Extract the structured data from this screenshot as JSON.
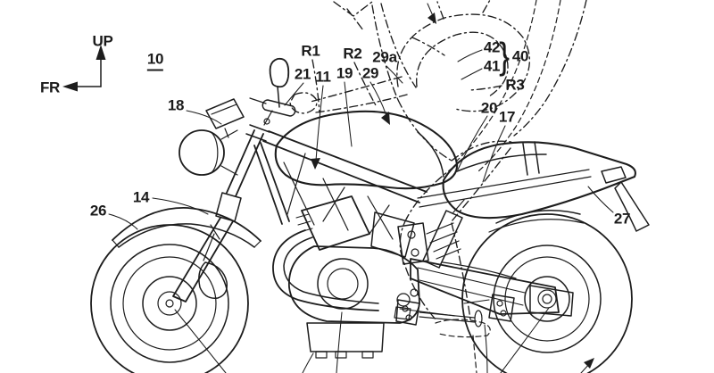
{
  "figure": {
    "number": "10",
    "description": "patent-style side-view line drawing of a motorcycle with phantom rider"
  },
  "compass": {
    "up": "UP",
    "front": "FR"
  },
  "labels": {
    "r1": "R1",
    "r2": "R2",
    "r3": "R3",
    "n11": "11",
    "n14": "14",
    "n17": "17",
    "n18": "18",
    "n19": "19",
    "n20": "20",
    "n21": "21",
    "n26": "26",
    "n27": "27",
    "n29": "29",
    "n29a": "29a",
    "n40": "40",
    "n41": "41",
    "n42": "42",
    "brace": "}"
  },
  "colors": {
    "line": "#1d1d1d",
    "background": "#ffffff"
  }
}
